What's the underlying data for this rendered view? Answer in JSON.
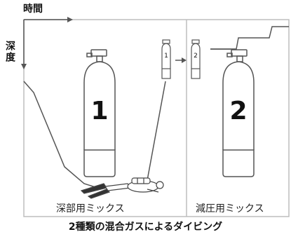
{
  "axes": {
    "time_label": "時間",
    "depth_label": "深度"
  },
  "zones": {
    "deep_label": "深部用ミックス",
    "deco_label": "減圧用ミックス"
  },
  "caption": "2種類の混合ガスによるダイビング",
  "tanks": {
    "large_1": "1",
    "large_2": "2",
    "small_1": "1",
    "small_2": "2"
  },
  "colors": {
    "stroke": "#555555",
    "frame": "#bdbdbd",
    "text": "#111111"
  }
}
